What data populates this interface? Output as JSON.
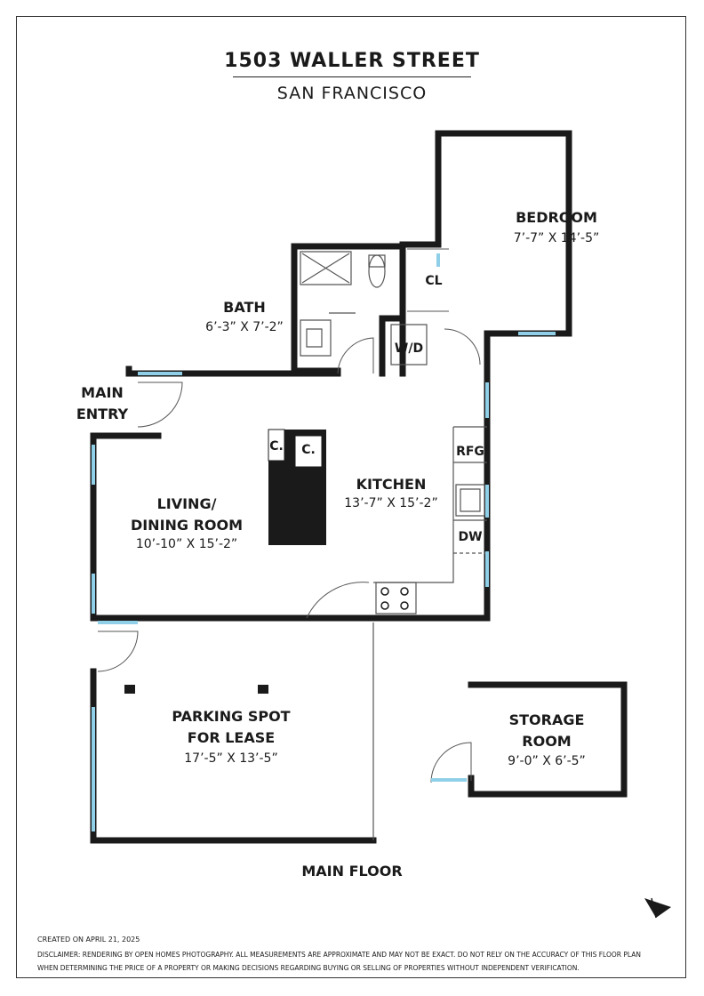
{
  "header": {
    "address": "1503 WALLER STREET",
    "city": "SAN FRANCISCO"
  },
  "rooms": {
    "bedroom": {
      "name": "BEDROOM",
      "dims": "7’-7” X 14’-5”"
    },
    "bath": {
      "name": "BATH",
      "dims": "6’-3” X 7’-2”"
    },
    "closet": {
      "name": "CL"
    },
    "washer_dryer": {
      "name": "W/D"
    },
    "main_entry": {
      "line1": "MAIN",
      "line2": "ENTRY"
    },
    "kitchen": {
      "name": "KITCHEN",
      "dims": "13’-7” X 15’-2”"
    },
    "refrigerator": {
      "name": "RFG"
    },
    "dishwasher": {
      "name": "DW"
    },
    "closet_c1": {
      "name": "C."
    },
    "closet_c2": {
      "name": "C."
    },
    "living": {
      "line1": "LIVING/",
      "line2": "DINING ROOM",
      "dims": "10’-10” X 15’-2”"
    },
    "parking": {
      "line1": "PARKING SPOT",
      "line2": "FOR LEASE",
      "dims": "17’-5” X 13’-5”"
    },
    "storage": {
      "line1": "STORAGE",
      "line2": "ROOM",
      "dims": "9’-0” X 6’-5”"
    }
  },
  "footer": {
    "floor": "MAIN FLOOR",
    "created": "CREATED ON APRIL 21, 2025",
    "disclaimer_line1": "DISCLAIMER: RENDERING BY OPEN HOMES PHOTOGRAPHY. ALL MEASUREMENTS ARE APPROXIMATE AND MAY NOT BE EXACT. DO NOT RELY ON THE ACCURACY OF THIS FLOOR PLAN",
    "disclaimer_line2": "WHEN DETERMINING THE PRICE OF A PROPERTY OR MAKING DECISIONS REGARDING BUYING OR SELLING OF PROPERTIES WITHOUT INDEPENDENT VERIFICATION."
  },
  "compass": {
    "letter": "N",
    "icon": "north-arrow-icon"
  },
  "colors": {
    "wall": "#1a1a1a",
    "window": "#8fd0e8"
  }
}
